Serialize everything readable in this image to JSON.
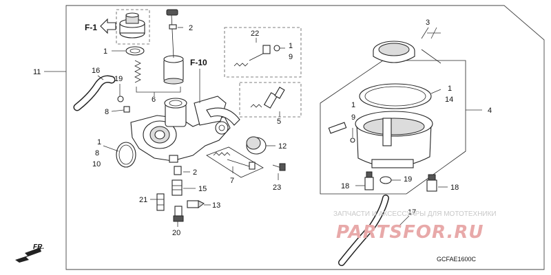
{
  "diagram": {
    "callouts": {
      "c1a": "1",
      "c1b": "1",
      "c1c": "1",
      "c1d": "1",
      "c2a": "2",
      "c2b": "2",
      "c3": "3",
      "c4": "4",
      "c5": "5",
      "c6": "6",
      "c7": "7",
      "c8a": "8",
      "c8b": "8",
      "c9a": "9",
      "c9b": "9",
      "c10": "10",
      "c11": "11",
      "c12": "12",
      "c13": "13",
      "c14": "14",
      "c15": "15",
      "c16": "16",
      "c17": "17",
      "c18a": "18",
      "c18b": "18",
      "c19a": "19",
      "c19b": "19",
      "c20": "20",
      "c21": "21",
      "c22": "22",
      "c23": "23"
    },
    "refs": {
      "f1": "F-1",
      "f10": "F-10"
    },
    "front_label": "FR.",
    "diagram_code": "GCFAE1600C"
  },
  "watermark": {
    "line1": "ЗАПЧАСТИ И АКСЕССУАРЫ ДЛЯ МОТОТЕХНИКИ",
    "line2": "PARTSFOR.RU"
  }
}
